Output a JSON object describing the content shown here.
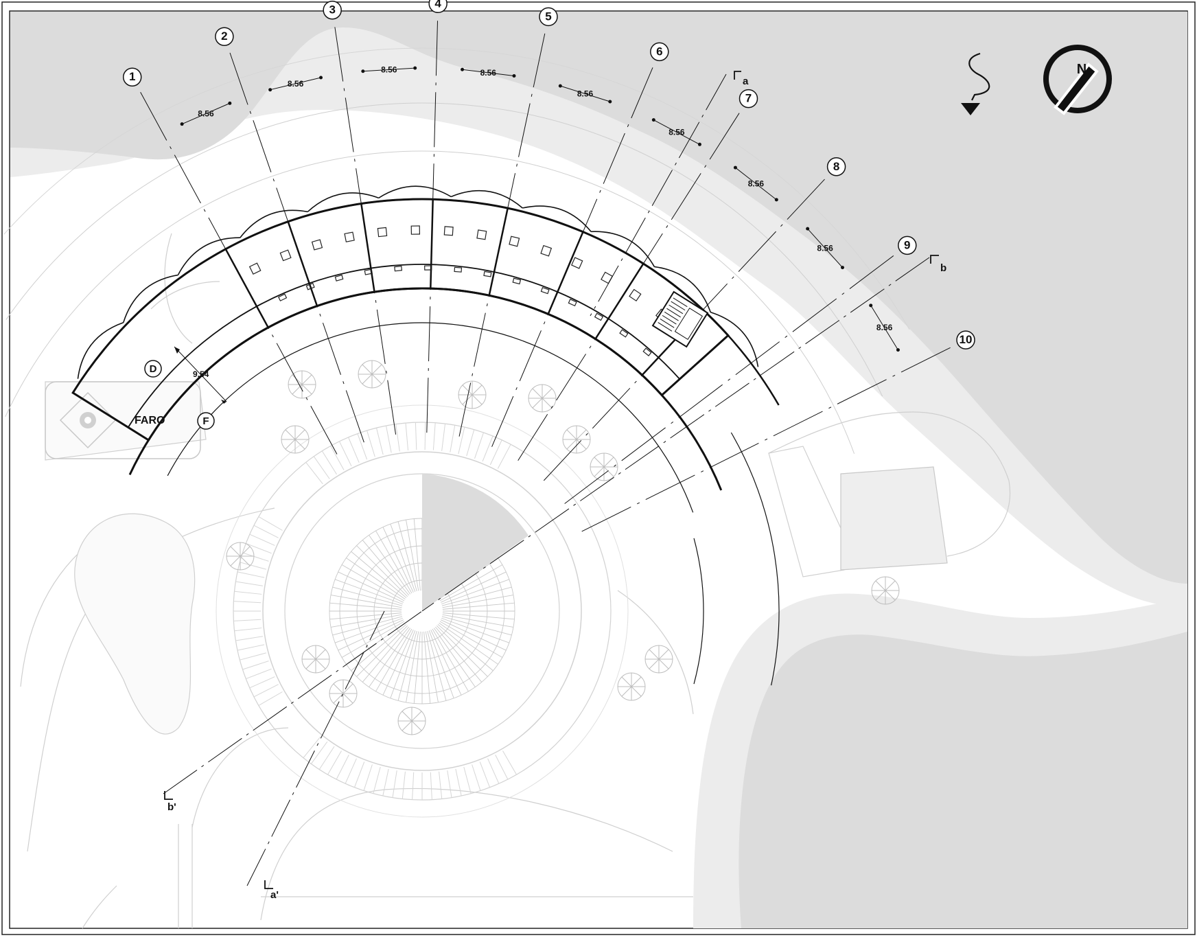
{
  "plan": {
    "grid_lines": [
      {
        "id": "1",
        "label": "1"
      },
      {
        "id": "2",
        "label": "2"
      },
      {
        "id": "3",
        "label": "3"
      },
      {
        "id": "4",
        "label": "4"
      },
      {
        "id": "5",
        "label": "5"
      },
      {
        "id": "6",
        "label": "6"
      },
      {
        "id": "7",
        "label": "7"
      },
      {
        "id": "8",
        "label": "8"
      },
      {
        "id": "9",
        "label": "9"
      },
      {
        "id": "10",
        "label": "10"
      }
    ],
    "arc_axes": [
      {
        "id": "D",
        "label": "D"
      },
      {
        "id": "F",
        "label": "F"
      }
    ],
    "bay_dimension": "8.56",
    "axis_dimension": "9.54",
    "faro_label": "FARO",
    "section_marks": {
      "a": "a",
      "a_prime": "a'",
      "b": "b",
      "b_prime": "b'"
    },
    "north_label": "N",
    "colors": {
      "water": "#dcdcdc",
      "shore": "#ececec",
      "line": "#111111",
      "light_line": "#c4c4c4"
    }
  }
}
